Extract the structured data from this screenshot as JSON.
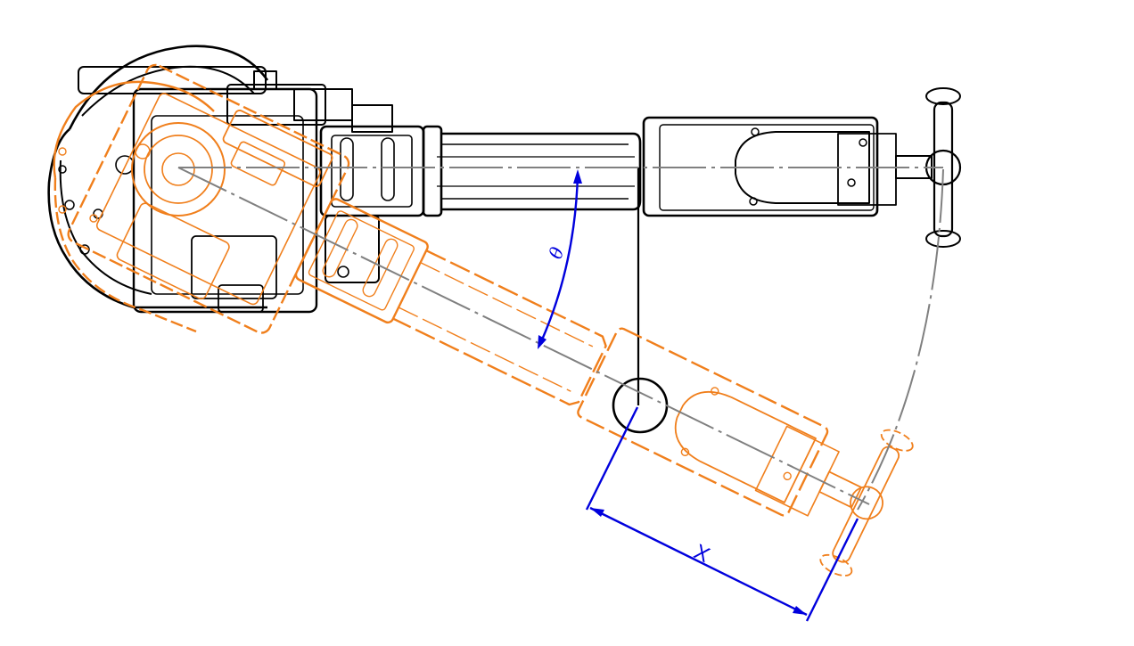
{
  "diagram": {
    "labels": {
      "angle": "θ",
      "distance": "X"
    },
    "colors": {
      "reference_arm": "#000000",
      "rotated_arm": "#f07f1c",
      "dimension": "#0000dd",
      "centerline": "#808080"
    },
    "rotation_deg": 26
  }
}
